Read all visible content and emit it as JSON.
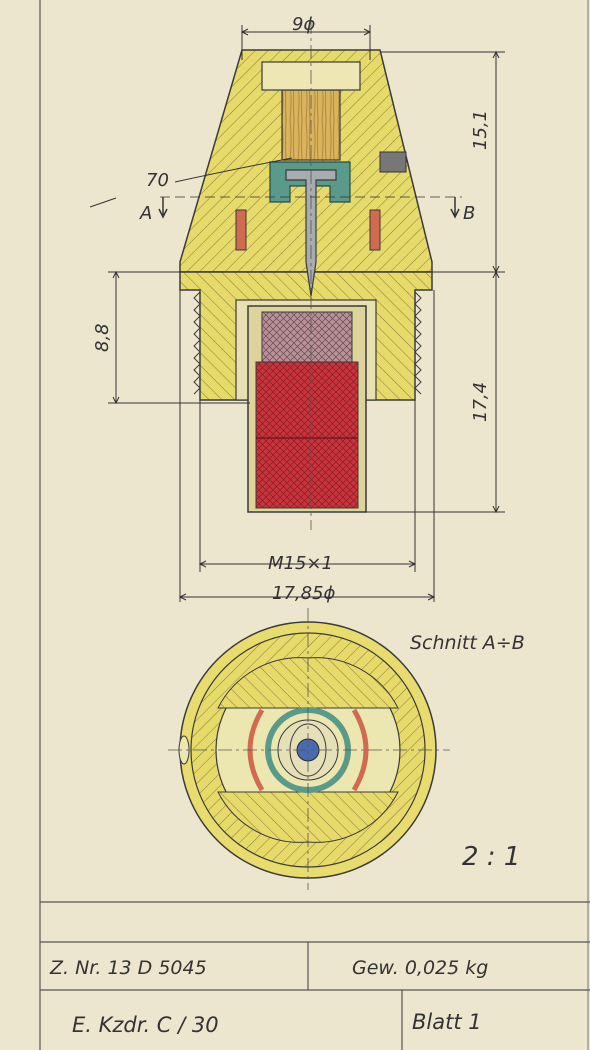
{
  "drawing": {
    "dims": {
      "top_diameter": "9ϕ",
      "part_number_callout": "70",
      "section_a": "A",
      "section_b": "B",
      "height_upper": "15,1",
      "height_left": "8,8",
      "height_lower": "17,4",
      "thread": "M15×1",
      "outer_diameter": "17,85ϕ"
    },
    "section_label": "Schnitt A÷B",
    "scale": "2 : 1"
  },
  "title_block": {
    "drawing_no": "Z. Nr.  13 D 5045",
    "weight": "Gew. 0,025  kg",
    "name": "E. Kzdr.  C / 30",
    "sheet": "Blatt     1"
  },
  "colors": {
    "paper": "#ece6cf",
    "brass": "#e8dc6e",
    "charge_red": "#c8343c",
    "charge_mauve": "#b89098",
    "wood": "#d8b060",
    "steel": "#a8acb0",
    "teal": "#5a9a8a",
    "copper": "#d06a50",
    "line": "#3a3a3a"
  }
}
